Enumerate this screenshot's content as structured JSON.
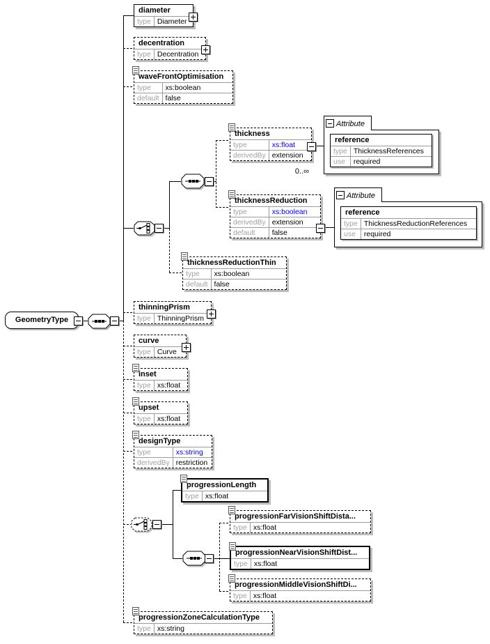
{
  "root": {
    "label": "GeometryType"
  },
  "labels": {
    "attribute": "Attribute",
    "multiplicity": "0..∞"
  },
  "colors": {
    "link_blue": "#0000ee",
    "border": "#000000",
    "shadow": "#bdbdbd",
    "label_gray": "#a0a0a0"
  },
  "elements": {
    "diameter": {
      "title": "diameter",
      "rows": [
        [
          "type",
          "Diameter"
        ]
      ]
    },
    "decentration": {
      "title": "decentration",
      "rows": [
        [
          "type",
          "Decentration"
        ]
      ]
    },
    "waveFrontOptimisation": {
      "title": "waveFrontOptimisation",
      "rows": [
        [
          "type",
          "xs:boolean"
        ],
        [
          "default",
          "false"
        ]
      ]
    },
    "thickness": {
      "title": "thickness",
      "rows": [
        [
          "type",
          "xs:float"
        ],
        [
          "derivedBy",
          "extension"
        ]
      ]
    },
    "thicknessReduction": {
      "title": "thicknessReduction",
      "rows": [
        [
          "type",
          "xs:boolean"
        ],
        [
          "derivedBy",
          "extension"
        ],
        [
          "default",
          "false"
        ]
      ]
    },
    "thicknessReductionThin": {
      "title": "thicknessReductionThin",
      "rows": [
        [
          "type",
          "xs:boolean"
        ],
        [
          "default",
          "false"
        ]
      ]
    },
    "thinningPrism": {
      "title": "thinningPrism",
      "rows": [
        [
          "type",
          "ThinningPrism"
        ]
      ]
    },
    "curve": {
      "title": "curve",
      "rows": [
        [
          "type",
          "Curve"
        ]
      ]
    },
    "inset": {
      "title": "inset",
      "rows": [
        [
          "type",
          "xs:float"
        ]
      ]
    },
    "upset": {
      "title": "upset",
      "rows": [
        [
          "type",
          "xs:float"
        ]
      ]
    },
    "designType": {
      "title": "designType",
      "rows": [
        [
          "type",
          "xs:string"
        ],
        [
          "derivedBy",
          "restriction"
        ]
      ]
    },
    "progressionLength": {
      "title": "progressionLength",
      "rows": [
        [
          "type",
          "xs:float"
        ]
      ]
    },
    "progressionFarVisionShiftDistance": {
      "title": "progressionFarVisionShiftDista...",
      "rows": [
        [
          "type",
          "xs:float"
        ]
      ]
    },
    "progressionNearVisionShiftDistance": {
      "title": "progressionNearVisionShiftDist...",
      "rows": [
        [
          "type",
          "xs:float"
        ]
      ]
    },
    "progressionMiddleVisionShiftDistance": {
      "title": "progressionMiddleVisionShiftDi...",
      "rows": [
        [
          "type",
          "xs:float"
        ]
      ]
    },
    "progressionZoneCalculationType": {
      "title": "progressionZoneCalculationType",
      "rows": [
        [
          "type",
          "xs:string"
        ]
      ]
    }
  },
  "attributePanels": [
    {
      "tab": "Attribute",
      "name": "reference",
      "rows": [
        [
          "type",
          "ThicknessReferences"
        ],
        [
          "use",
          "required"
        ]
      ]
    },
    {
      "tab": "Attribute",
      "name": "reference",
      "rows": [
        [
          "type",
          "ThicknessReductionReferences"
        ],
        [
          "use",
          "required"
        ]
      ]
    }
  ]
}
